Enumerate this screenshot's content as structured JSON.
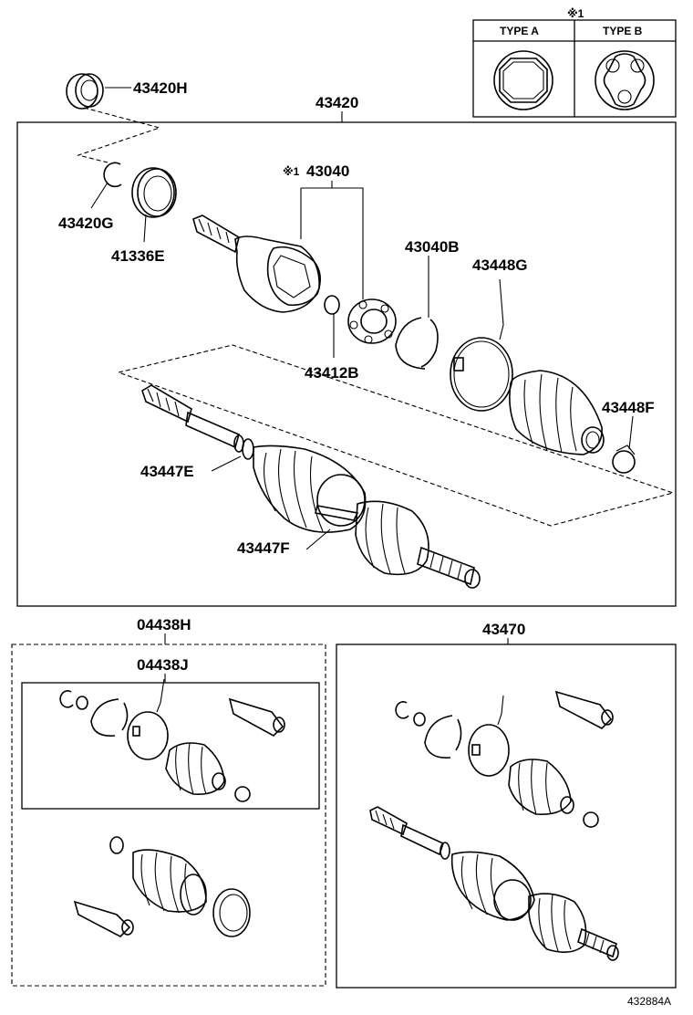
{
  "legend": {
    "mark": "※1",
    "type_a": "TYPE A",
    "type_b": "TYPE B"
  },
  "labels": {
    "p43420H": "43420H",
    "p43420": "43420",
    "p43420G": "43420G",
    "p41336E": "41336E",
    "p43040_mark": "※1",
    "p43040": "43040",
    "p43040B": "43040B",
    "p43448G": "43448G",
    "p43412B": "43412B",
    "p43448F": "43448F",
    "p43447E": "43447E",
    "p43447F": "43447F",
    "p04438H": "04438H",
    "p04438J": "04438J",
    "p43470": "43470",
    "footer_code": "432884A"
  }
}
